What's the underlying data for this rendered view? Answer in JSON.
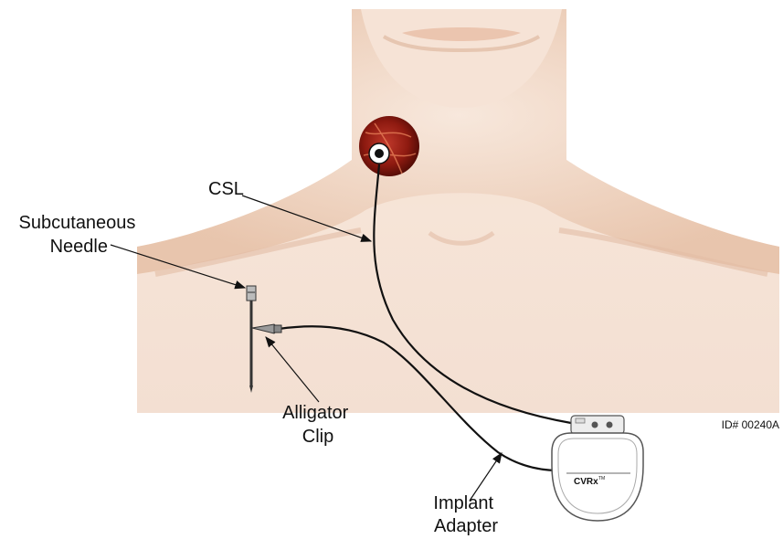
{
  "labels": {
    "csl": "CSL",
    "subcutaneous_needle": [
      "Subcutaneous",
      "Needle"
    ],
    "alligator_clip": [
      "Alligator",
      "Clip"
    ],
    "implant_adapter": [
      "Implant",
      "Adapter"
    ]
  },
  "device_brand": "CVRx",
  "document_id": "ID# 00240A",
  "colors": {
    "skin_light": "#f7e7db",
    "skin_mid": "#ecc9b2",
    "skin_shadow": "#d9ab8e",
    "lead": "#111111",
    "electrode_red": "#8e1a10"
  }
}
